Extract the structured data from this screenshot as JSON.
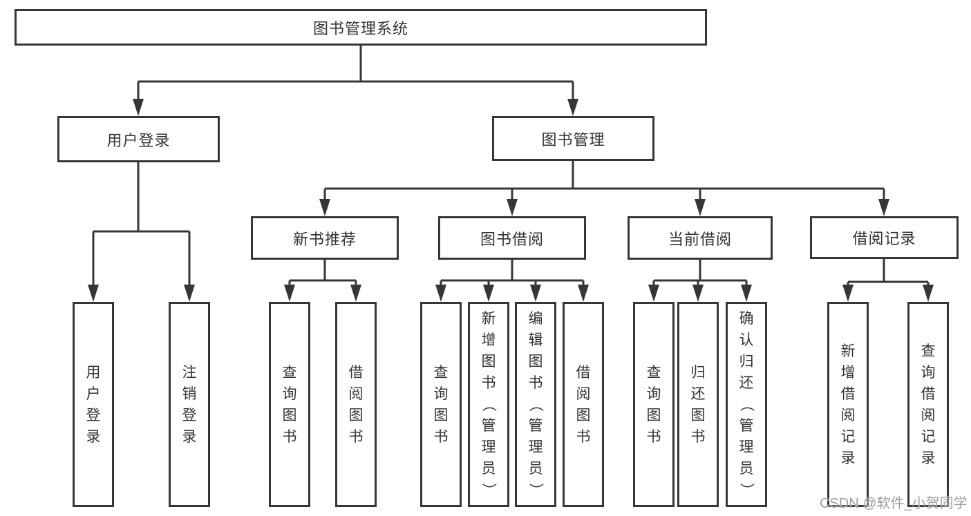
{
  "tree": {
    "root": {
      "label": "图书管理系统"
    },
    "branches": [
      {
        "label": "用户登录",
        "children": [
          {
            "label": "用户登录"
          },
          {
            "label": "注销登录"
          }
        ]
      },
      {
        "label": "图书管理",
        "children": [
          {
            "label": "新书推荐",
            "children": [
              {
                "label": "查询图书"
              },
              {
                "label": "借阅图书"
              }
            ]
          },
          {
            "label": "图书借阅",
            "children": [
              {
                "label": "查询图书"
              },
              {
                "label": "新增图书（管理员）"
              },
              {
                "label": "编辑图书（管理员）"
              },
              {
                "label": "借阅图书"
              }
            ]
          },
          {
            "label": "当前借阅",
            "children": [
              {
                "label": "查询图书"
              },
              {
                "label": "归还图书"
              },
              {
                "label": "确认归还（管理员）"
              }
            ]
          },
          {
            "label": "借阅记录",
            "children": [
              {
                "label": "新增借阅记录"
              },
              {
                "label": "查询借阅记录"
              }
            ]
          }
        ]
      }
    ]
  },
  "watermark": {
    "text": "CSDN @软件_小贺同学"
  },
  "colors": {
    "line": "#363636",
    "box_border": "#363636",
    "text": "#333333",
    "watermark": "#9e9e9e",
    "background": "#ffffff"
  }
}
